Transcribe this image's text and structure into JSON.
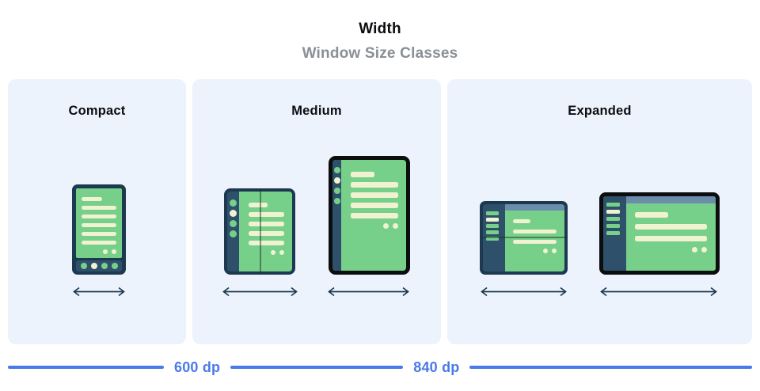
{
  "header": {
    "title": "Width",
    "subtitle": "Window Size Classes"
  },
  "size_classes": [
    {
      "label": "Compact",
      "device_icons": [
        "phone-icon"
      ],
      "width_arrows": 1
    },
    {
      "label": "Medium",
      "device_icons": [
        "foldable-portrait-icon",
        "tablet-portrait-icon"
      ],
      "width_arrows": 2
    },
    {
      "label": "Expanded",
      "device_icons": [
        "foldable-landscape-icon",
        "tablet-landscape-icon"
      ],
      "width_arrows": 2
    }
  ],
  "ruler": {
    "breakpoints": [
      {
        "label": "600 dp"
      },
      {
        "label": "840 dp"
      }
    ]
  },
  "colors": {
    "panel_bg": "#edf3fc",
    "frame": "#1d3950",
    "frame_dark": "#0c0d0e",
    "rail": "#2e506b",
    "green": "#77d08a",
    "cream": "#f0f2d2",
    "slate": "#6b8dac",
    "blue": "#4a79e8",
    "gray": "#898f95",
    "fold": "rgba(24,54,40,0.5)"
  }
}
